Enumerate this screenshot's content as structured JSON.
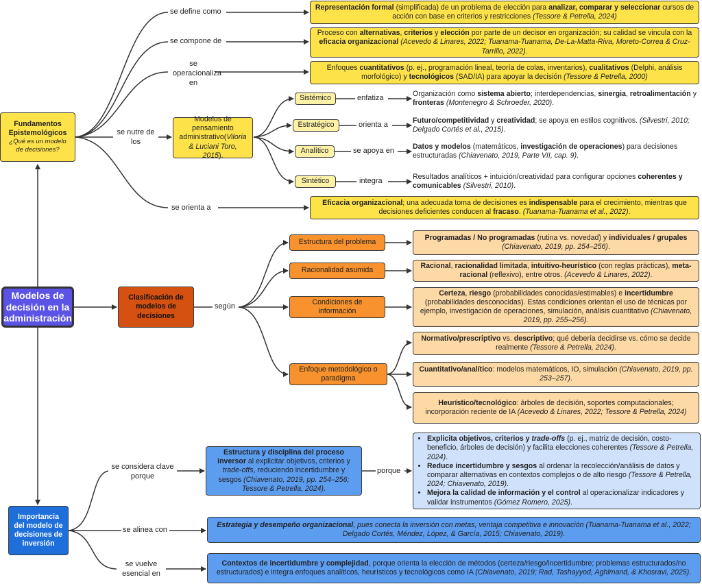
{
  "central": "Modelos de decisión en la administración",
  "fundamentos": {
    "title": "Fundamentos Epistemológicos",
    "subtitle": "¿Qué es un modelo de decisiones?",
    "labels": {
      "define": "se define como",
      "compone": "se compone de",
      "operacionaliza": "se operacionaliza en",
      "nutre": "se nutre de los",
      "orienta": "se orienta a"
    },
    "definicion": {
      "b1": "Representación formal",
      "t1": " (simplificada) de un problema de elección para ",
      "b2": "analizar, comparar y seleccionar",
      "t2": " cursos de acción con base en criterios y restricciones ",
      "cite": "(Tessore & Petrella, 2024)"
    },
    "compone": {
      "t1": "Proceso con ",
      "b1": "alternativas",
      "t2": ", ",
      "b2": "criterios",
      "t3": " y ",
      "b3": "elección",
      "t4": " por parte de un decisor en organización; su calidad se vincula con la ",
      "b4": "eficacia organizacional",
      "t5": " ",
      "cite": "(Acevedo & Linares, 2022; Tuanama-Tuanama, De-La-Matta-Riva, Moreto-Correa & Cruz-Tarrillo, 2022)",
      "t6": "."
    },
    "operacionaliza": {
      "t1": "Enfoques ",
      "b1": "cuantitativos",
      "t2": " (p. ej., programación lineal, teoría de colas, inventarios), ",
      "b2": "cualitativos",
      "t3": " (Delphi, análisis morfológico) y ",
      "b3": "tecnológicos",
      "t4": " (SAD/IA) para apoyar la decisión ",
      "cite": "(Tessore & Petrella, 2000)"
    },
    "modelos": {
      "t1": "Modelos de pensamiento administrativo(",
      "cite": "Viloria & Luciani Toro, 2015",
      "t2": ")."
    },
    "orienta": {
      "b1": "Eficacia organizacional",
      "t1": "; una adecuada toma de decisiones es ",
      "b2": "indispensable",
      "t2": " para el crecimiento, mientras que decisiones deficientes conducen al ",
      "b3": "fracaso",
      "t3": ". ",
      "cite": "(Tuanama-Tuanama et al., 2022)",
      "t4": "."
    }
  },
  "pensamiento": [
    {
      "name": "Sistémico",
      "verb": "enfatiza",
      "t1": "Organización como ",
      "b1": "sistema abierto",
      "t2": "; interdependencias, ",
      "b2": "sinergia",
      "t3": ", ",
      "b3": "retroalimentación",
      "t4": " y ",
      "b4": "fronteras",
      "t5": " ",
      "cite": "(Montenegro & Schroeder, 2020)",
      "t6": "."
    },
    {
      "name": "Estratégico",
      "verb": "orienta a",
      "t1": "",
      "b1": "Futuro/competitividad",
      "t2": " y ",
      "b2": "creatividad",
      "t3": "; se apoya en estilos cognitivos. ",
      "b3": "",
      "t4": "",
      "b4": "",
      "t5": "",
      "cite": "(Silvestri, 2010; Delgado Cortés et al., 2015)",
      "t6": "."
    },
    {
      "name": "Analítico",
      "verb": "se apoya en",
      "t1": "",
      "b1": "Datos y modelos",
      "t2": " (matemáticos, ",
      "b2": "investigación de operaciones",
      "t3": ") para decisiones estructuradas ",
      "b3": "",
      "t4": "",
      "b4": "",
      "t5": "",
      "cite": "(Chiavenato, 2019, Parte VII, cap. 9)",
      "t6": "."
    },
    {
      "name": "Sintético",
      "verb": "integra",
      "t1": "Resultados analíticos + intuición/creatividad para configurar opciones ",
      "b1": "coherentes y comunicables",
      "t2": " ",
      "b2": "",
      "t3": "",
      "b3": "",
      "t4": "",
      "b4": "",
      "t5": "",
      "cite": "(Silvestri, 2010)",
      "t6": "."
    }
  ],
  "clasificacion": {
    "title": "Clasificación de modelos de decisiones",
    "label": "según",
    "estructura": {
      "name": "Estructura del problema",
      "b1": "Programadas / No programadas",
      "t1": " (rutina vs. novedad) y ",
      "b2": "individuales / grupales",
      "t2": " ",
      "cite": "(Chiavenato, 2019, pp. 254–256)",
      "t3": "."
    },
    "racionalidad": {
      "name": "Racionalidad asumida",
      "b1": "Racional",
      "t1": ", ",
      "b2": "racionalidad limitada",
      "t2": ", ",
      "b3": "intuitivo-heurístico",
      "t3": " (con reglas prácticas), ",
      "b4": "meta-racional",
      "t4": " (reflexivo), entre otros. ",
      "cite": "(Acevedo & Linares, 2022)",
      "t5": "."
    },
    "condiciones": {
      "name": "Condiciones de información",
      "b1": "Certeza",
      "t1": ", ",
      "b2": "riesgo",
      "t2": " (probabilidades conocidas/estimables) e ",
      "b3": "incertidumbre",
      "t3": " (probabilidades desconocidas). Estas condiciones orientan el uso de técnicas por ejemplo, investigación de operaciones, simulación, análisis cuantitativo ",
      "cite": "(Chiavenato, 2019, pp. 255–256)",
      "t4": "."
    },
    "enfoque": {
      "name": "Enfoque metodológico o paradigma",
      "normativo": {
        "b1": "Normativo/prescriptivo",
        "t1": " vs. ",
        "b2": "descriptivo",
        "t2": "; qué debería decidirse vs. cómo se decide realmente ",
        "cite": "(Tessore & Petrella, 2024)",
        "t3": "."
      },
      "cuantitativo": {
        "b1": "Cuantitativo/analítico",
        "t1": ": modelos matemáticos, IO, simulación ",
        "cite": "(Chiavenato, 2019, pp. 253–257)",
        "t2": "."
      },
      "heuristico": {
        "b1": "Heurístico/tecnológico",
        "t1": ": árboles de decisión, soportes computacionales; incorporación reciente de IA ",
        "cite": "(Acevedo & Linares, 2022; Tessore & Petrella, 2024)"
      }
    }
  },
  "importancia": {
    "title": "Importancia del modelo de decisiones de inversión",
    "labels": {
      "clave": "se considera clave porque",
      "porque": "porque",
      "alinea": "se alinea con",
      "esencial": "se vuelve esencial en"
    },
    "estructura": {
      "b1": "Estructura y disciplina del proceso inversor",
      "t1": " al explicitar objetivos, criterios y ",
      "i1": "trade-offs",
      "t2": ", reduciendo incertidumbre y sesgos ",
      "cite": "(Chiavenato, 2019, pp. 254–256; Tessore & Petrella, 2024)",
      "t3": "."
    },
    "bullets": [
      {
        "b1": "Explicita objetivos, criterios y ",
        "bi": "trade-offs",
        "t1": " (p. ej., matriz de decisión, costo-beneficio, árboles de decisión) y facilita elecciones coherentes ",
        "cite": "(Tessore & Petrella, 2024)",
        "t2": "."
      },
      {
        "b1": "Reduce incertidumbre y sesgos",
        "bi": "",
        "t1": " al ordenar la recolección/análisis de datos y comparar alternativas en contextos complejos o de alto riesgo ",
        "cite": "(Tessore & Petrella, 2024; Chiavenato, 2019)",
        "t2": "."
      },
      {
        "b1": "Mejora la calidad de información y el control",
        "bi": "",
        "t1": " al operacionalizar indicadores y validar instrumentos ",
        "cite": "(Gómez Romero, 2025)",
        "t2": "."
      }
    ],
    "alinea": {
      "bi": "Estrategia y desempeño organizacional",
      "i1": ", pues conecta la inversión con metas, ventaja competitiva e innovación ",
      "cite": "(Tuanama-Tuanama et al., 2022; Delgado Cortés, Méndez, López, & García, 2015; Chiavenato, 2019)",
      "t1": "."
    },
    "esencial": {
      "b1": "Contextos de incertidumbre y complejidad",
      "t1": ", porque orienta la elección de métodos (certeza/riesgo/incertidumbre; problemas estructurados/no estructurados) e integra enfoques analíticos, heurísticos y tecnológicos como IA ",
      "cite": "(Chiavenato, 2019; Rad, Tashayyod, Aghlmand, & Khosravi, 2025)",
      "t2": "."
    }
  },
  "colors": {
    "yellow": "#fde24a",
    "light_yellow": "#fdf2a6",
    "orange": "#f7922e",
    "light_orange": "#fdd9a5",
    "dark_orange": "#d45112",
    "blue": "#5d9df0",
    "light_blue": "#cfe1fb",
    "dark_blue": "#1e6fd9",
    "purple": "#5b52e6"
  }
}
